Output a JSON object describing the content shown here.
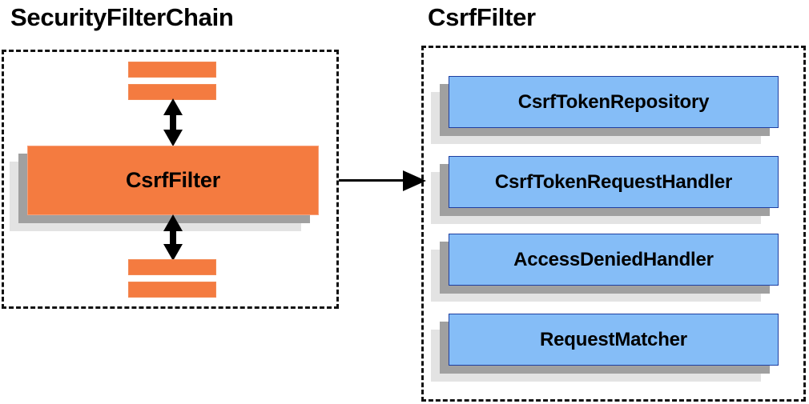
{
  "diagram": {
    "background_color": "#ffffff",
    "left_panel": {
      "title": "SecurityFilterChain",
      "main_box": {
        "label": "CsrfFilter",
        "fill_color": "#f47b40",
        "border_color": "#f7a07a"
      },
      "neighbor_bars": [
        {
          "name": "filter-bar-above-2"
        },
        {
          "name": "filter-bar-above-1"
        },
        {
          "name": "filter-bar-below-1"
        },
        {
          "name": "filter-bar-below-2"
        }
      ],
      "arrows": [
        {
          "name": "arrow-up-down-top",
          "kind": "double-headed-vertical"
        },
        {
          "name": "arrow-up-down-bottom",
          "kind": "double-headed-vertical"
        }
      ]
    },
    "connector": {
      "name": "arrow-left-panel-to-right-panel",
      "kind": "single-headed-horizontal",
      "color": "#000000"
    },
    "right_panel": {
      "title": "CsrfFilter",
      "boxes": [
        {
          "label": "CsrfTokenRepository"
        },
        {
          "label": "CsrfTokenRequestHandler"
        },
        {
          "label": "AccessDeniedHandler"
        },
        {
          "label": "RequestMatcher"
        }
      ],
      "box_fill_color": "#85bdf7",
      "box_border_color": "#1f3fa0"
    },
    "shadow_colors": {
      "near": "#a0a0a0",
      "far": "#e3e3e3"
    },
    "panel_border": {
      "style": "dashed",
      "color": "#111111"
    }
  }
}
